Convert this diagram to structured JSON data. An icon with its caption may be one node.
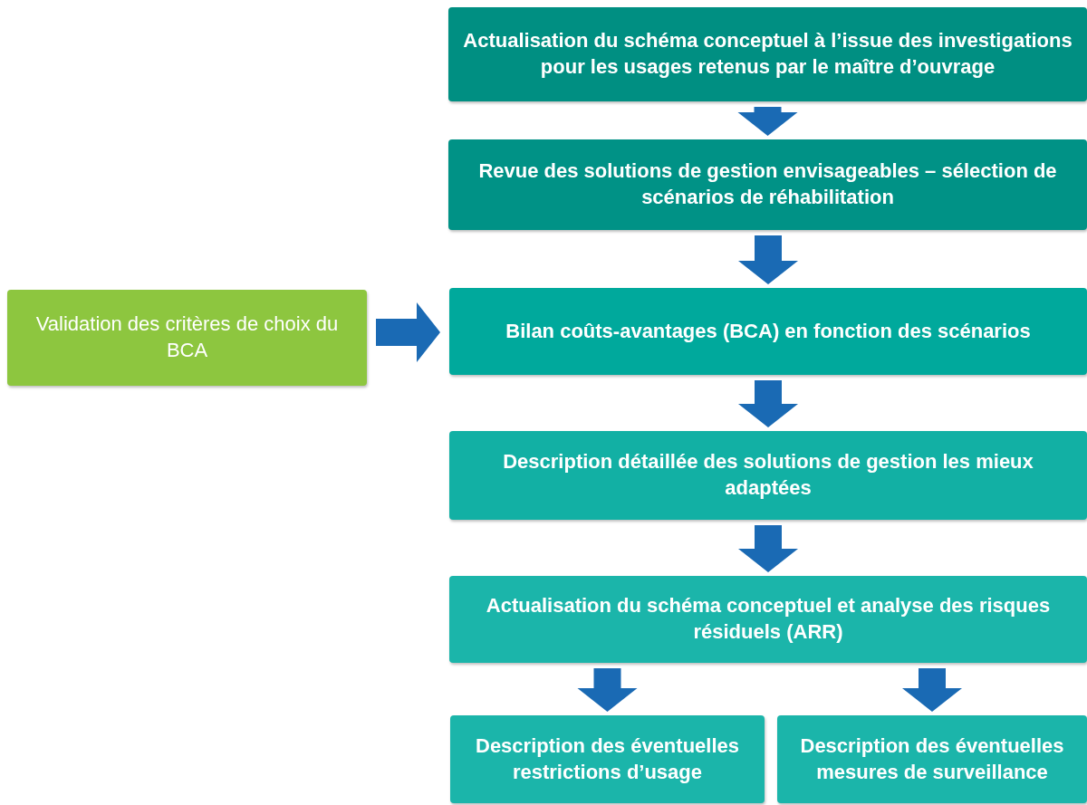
{
  "diagram": {
    "nodes": [
      {
        "text": [
          "Actualisation du schéma conceptuel à l’issue des investigations pour les usages retenus par le maître d’ouvrage"
        ]
      },
      {
        "text": [
          "Revue des solutions de gestion envisageables – sélection de scénarios de réhabilitation"
        ]
      },
      {
        "text": [
          "Validation des critères de choix du BCA"
        ]
      },
      {
        "text": [
          "Bilan coûts-avantages (BCA) en fonction des scénarios"
        ]
      },
      {
        "text": [
          "Description détaillée des solutions de gestion les mieux adaptées"
        ]
      },
      {
        "text": [
          "Actualisation du schéma conceptuel et analyse des risques résiduels (ARR)"
        ]
      },
      {
        "text": [
          "Description des éventuelles restrictions d’usage"
        ]
      },
      {
        "text": [
          "Description des éventuelles mesures de surveillance"
        ]
      }
    ],
    "edges": [
      {
        "from": 0,
        "to": 1,
        "arrow": "to"
      },
      {
        "from": 1,
        "to": 3,
        "arrow": "to"
      },
      {
        "from": 2,
        "to": 3,
        "arrow": "to"
      },
      {
        "from": 3,
        "to": 4,
        "arrow": "to"
      },
      {
        "from": 4,
        "to": 5,
        "arrow": "to"
      },
      {
        "from": 5,
        "to": 6,
        "arrow": "to"
      },
      {
        "from": 5,
        "to": 7,
        "arrow": "to"
      }
    ]
  }
}
